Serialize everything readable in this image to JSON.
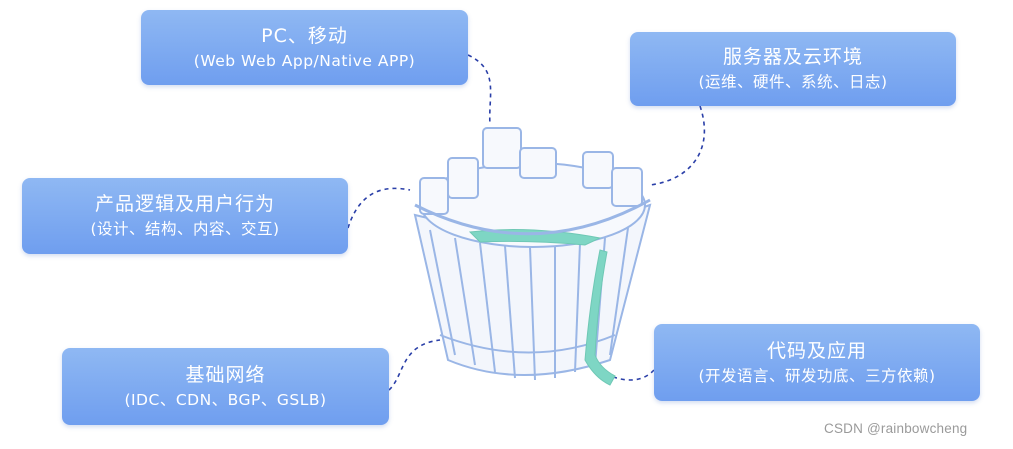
{
  "boxes": {
    "pc": {
      "title": "PC、移动",
      "sub": "(Web Web App/Native APP)"
    },
    "server": {
      "title": "服务器及云环境",
      "sub": "(运维、硬件、系统、日志)"
    },
    "product": {
      "title": "产品逻辑及用户行为",
      "sub": "(设计、结构、内容、交互)"
    },
    "network": {
      "title": "基础网络",
      "sub": "(IDC、CDN、BGP、GSLB)"
    },
    "code": {
      "title": "代码及应用",
      "sub": "(开发语言、研发功底、三方依赖)"
    }
  },
  "watermark": "CSDN @rainbowcheng",
  "colors": {
    "box": "#7ea9f1",
    "connector": "#2a3fa8",
    "bucket_outline": "#9ab6e6",
    "bucket_fill": "#eef3fb",
    "water": "#7ed6c4"
  }
}
